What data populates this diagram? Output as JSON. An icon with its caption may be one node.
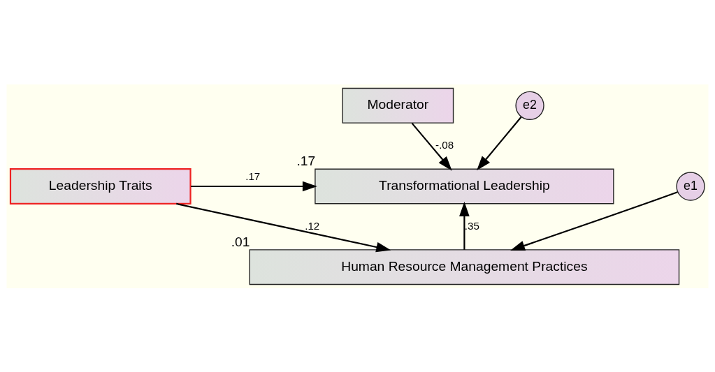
{
  "diagram": {
    "nodes": [
      {
        "text": [
          "Moderator"
        ]
      },
      {
        "text": [
          "e2"
        ]
      },
      {
        "text": [
          "Leadership Traits"
        ]
      },
      {
        "text": [
          "Transformational Leadership"
        ],
        "beside": [
          ".17"
        ]
      },
      {
        "text": [
          "e1"
        ]
      },
      {
        "text": [
          "Human Resource Management Practices"
        ],
        "beside": [
          ".01"
        ]
      }
    ],
    "edges": [
      {
        "from": 0,
        "to": 3,
        "arrow": "to",
        "label": "-.08"
      },
      {
        "from": 2,
        "to": 3,
        "arrow": "to",
        "label": ".17"
      },
      {
        "from": 1,
        "to": 3,
        "arrow": "to"
      },
      {
        "from": 2,
        "to": 5,
        "arrow": "to",
        "label": ".12"
      },
      {
        "from": 4,
        "to": 5,
        "arrow": "to"
      },
      {
        "from": 5,
        "to": 3,
        "arrow": "to",
        "label": ".35"
      }
    ]
  }
}
